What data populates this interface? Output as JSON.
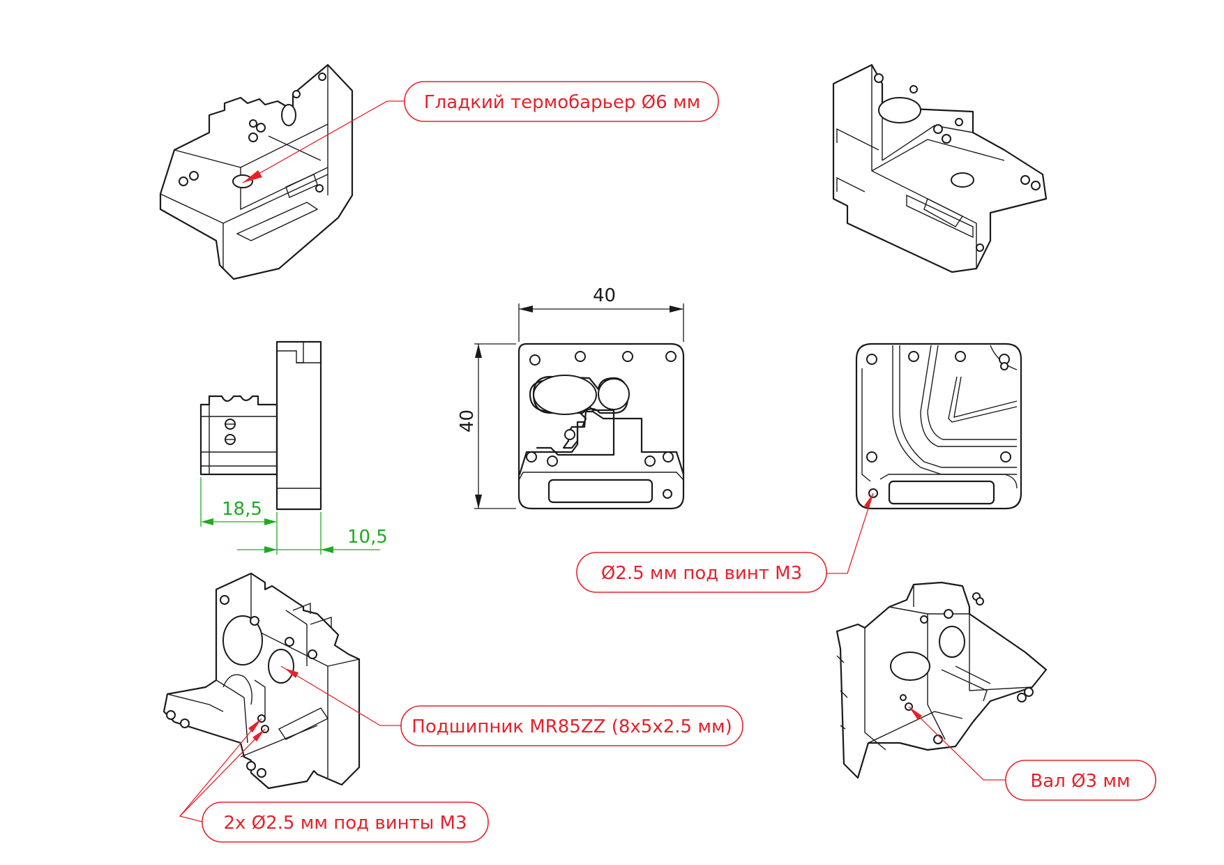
{
  "callouts": {
    "heatbreak": "Гладкий термобарьер Ø6 мм",
    "screw_hole": "Ø2.5 мм под винт М3",
    "bearing": "Подшипник MR85ZZ (8x5x2.5 мм)",
    "screws_2x": "2x Ø2.5 мм под винты М3",
    "shaft": "Вал Ø3 мм"
  },
  "dimensions": {
    "width": "40",
    "height": "40",
    "side_depth_a": "18,5",
    "side_depth_b": "10,5"
  },
  "colors": {
    "line": "#1a1a1a",
    "callout": "#e8202a",
    "dimension_green": "#1faa1f"
  }
}
